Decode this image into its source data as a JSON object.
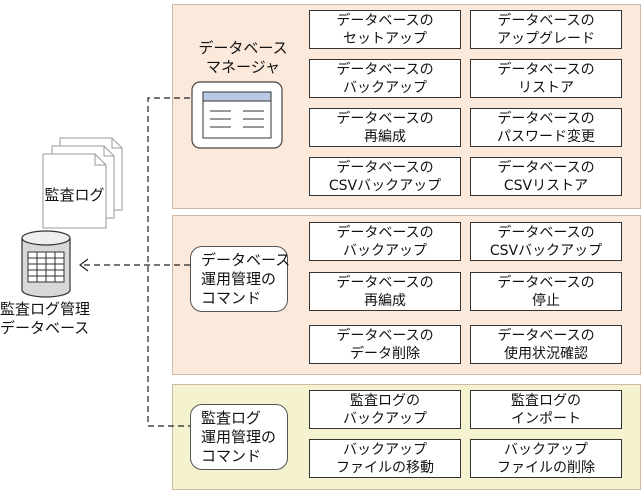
{
  "panels": {
    "manager": {
      "title": [
        "データベース",
        "マネージャ"
      ],
      "items": [
        [
          "データベースの",
          "セットアップ"
        ],
        [
          "データベースの",
          "アップグレード"
        ],
        [
          "データベースの",
          "バックアップ"
        ],
        [
          "データベースの",
          "リストア"
        ],
        [
          "データベースの",
          "再編成"
        ],
        [
          "データベースの",
          "パスワード変更"
        ],
        [
          "データベースの",
          "CSVバックアップ"
        ],
        [
          "データベースの",
          "CSVリストア"
        ]
      ]
    },
    "db_commands": {
      "title": [
        "データベース",
        "運用管理の",
        "コマンド"
      ],
      "items": [
        [
          "データベースの",
          "バックアップ"
        ],
        [
          "データベースの",
          "CSVバックアップ"
        ],
        [
          "データベースの",
          "再編成"
        ],
        [
          "データベースの",
          "停止"
        ],
        [
          "データベースの",
          "データ削除"
        ],
        [
          "データベースの",
          "使用状況確認"
        ]
      ]
    },
    "audit_commands": {
      "title": [
        "監査ログ",
        "運用管理の",
        "コマンド"
      ],
      "items": [
        [
          "監査ログの",
          "バックアップ"
        ],
        [
          "監査ログの",
          "インポート"
        ],
        [
          "バックアップ",
          "ファイルの移動"
        ],
        [
          "バックアップ",
          "ファイルの削除"
        ]
      ]
    }
  },
  "audit_log_label": "監査ログ",
  "database_label": [
    "監査ログ管理",
    "データベース"
  ],
  "colors": {
    "panel_orange": "#fbeadc",
    "panel_yellow": "#f5f2cf",
    "panel_border": "#cfb9a6"
  }
}
